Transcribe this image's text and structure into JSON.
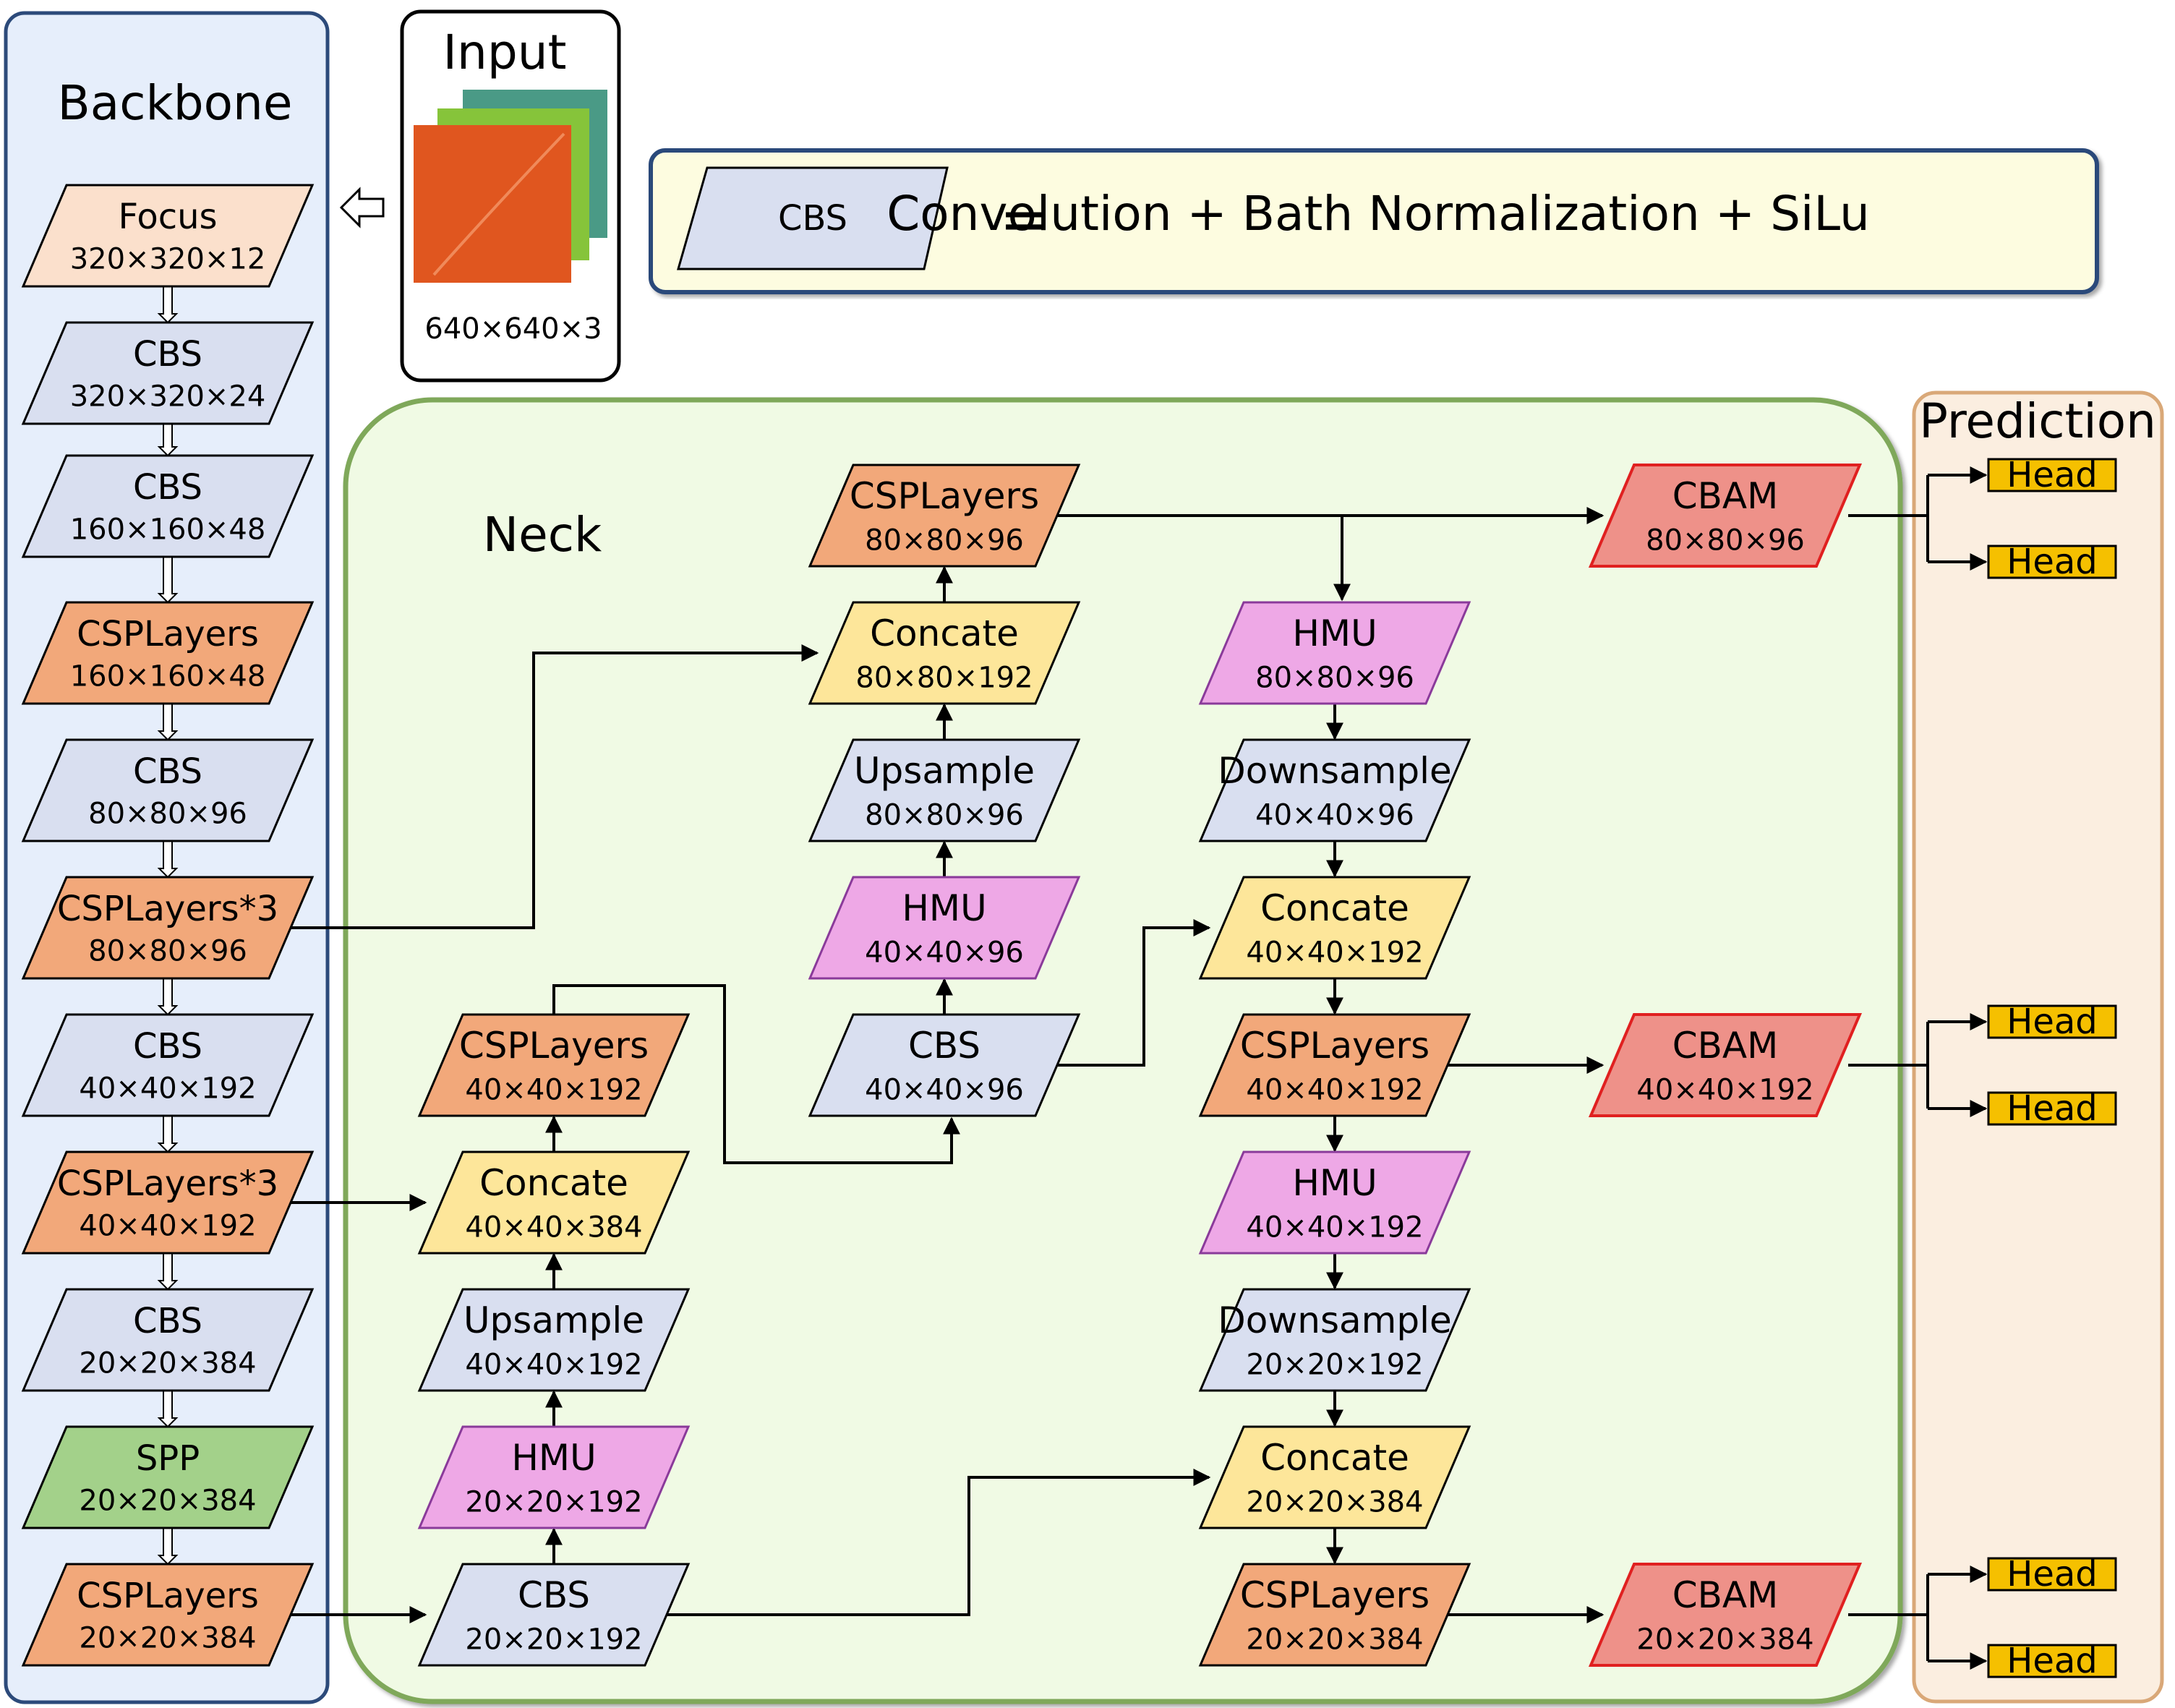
{
  "input": {
    "title": "Input",
    "dims": "640×640×3",
    "layer_colors": [
      "#4a9a86",
      "#86c43a",
      "#e0561f"
    ]
  },
  "legend": {
    "block_label": "CBS",
    "equals": "=",
    "definition": "Convolution + Bath Normalization + SiLu"
  },
  "backbone": {
    "title": "Backbone",
    "blocks": [
      {
        "name": "Focus",
        "dims": "320×320×12",
        "type": "focus"
      },
      {
        "name": "CBS",
        "dims": "320×320×24",
        "type": "cbs"
      },
      {
        "name": "CBS",
        "dims": "160×160×48",
        "type": "cbs"
      },
      {
        "name": "CSPLayers",
        "dims": "160×160×48",
        "type": "csp"
      },
      {
        "name": "CBS",
        "dims": "80×80×96",
        "type": "cbs"
      },
      {
        "name": "CSPLayers*3",
        "dims": "80×80×96",
        "type": "csp"
      },
      {
        "name": "CBS",
        "dims": "40×40×192",
        "type": "cbs"
      },
      {
        "name": "CSPLayers*3",
        "dims": "40×40×192",
        "type": "csp"
      },
      {
        "name": "CBS",
        "dims": "20×20×384",
        "type": "cbs"
      },
      {
        "name": "SPP",
        "dims": "20×20×384",
        "type": "spp"
      },
      {
        "name": "CSPLayers",
        "dims": "20×20×384",
        "type": "csp"
      }
    ]
  },
  "neck": {
    "title": "Neck",
    "col1": [
      {
        "name": "CSPLayers",
        "dims": "40×40×192",
        "type": "csp"
      },
      {
        "name": "Concate",
        "dims": "40×40×384",
        "type": "concat"
      },
      {
        "name": "Upsample",
        "dims": "40×40×192",
        "type": "cbs"
      },
      {
        "name": "HMU",
        "dims": "20×20×192",
        "type": "hmu"
      },
      {
        "name": "CBS",
        "dims": "20×20×192",
        "type": "cbs"
      }
    ],
    "col2": [
      {
        "name": "CSPLayers",
        "dims": "80×80×96",
        "type": "csp"
      },
      {
        "name": "Concate",
        "dims": "80×80×192",
        "type": "concat"
      },
      {
        "name": "Upsample",
        "dims": "80×80×96",
        "type": "cbs"
      },
      {
        "name": "HMU",
        "dims": "40×40×96",
        "type": "hmu"
      },
      {
        "name": "CBS",
        "dims": "40×40×96",
        "type": "cbs"
      }
    ],
    "col3": [
      {
        "name": "HMU",
        "dims": "80×80×96",
        "type": "hmu"
      },
      {
        "name": "Downsample",
        "dims": "40×40×96",
        "type": "cbs"
      },
      {
        "name": "Concate",
        "dims": "40×40×192",
        "type": "concat"
      },
      {
        "name": "CSPLayers",
        "dims": "40×40×192",
        "type": "csp"
      },
      {
        "name": "HMU",
        "dims": "40×40×192",
        "type": "hmu"
      },
      {
        "name": "Downsample",
        "dims": "20×20×192",
        "type": "cbs"
      },
      {
        "name": "Concate",
        "dims": "20×20×384",
        "type": "concat"
      },
      {
        "name": "CSPLayers",
        "dims": "20×20×384",
        "type": "csp"
      }
    ],
    "cbam": [
      {
        "name": "CBAM",
        "dims": "80×80×96",
        "type": "cbam"
      },
      {
        "name": "CBAM",
        "dims": "40×40×192",
        "type": "cbam"
      },
      {
        "name": "CBAM",
        "dims": "20×20×384",
        "type": "cbam"
      }
    ]
  },
  "prediction": {
    "title": "Prediction",
    "head_label": "Head"
  },
  "colors": {
    "cbs": "#d9dff0",
    "csp": "#f2a87a",
    "concat": "#fde69a",
    "hmu": "#eea8e6",
    "spp": "#a3d18a",
    "focus": "#fbe0cc",
    "cbam": "#ee9189",
    "cbam_border": "#e02020",
    "head": "#f5c000",
    "hmu_border": "#8a3a9a",
    "backbone_bg": "#e6eefb",
    "backbone_border": "#2c4a7a",
    "neck_bg": "#f0fae4",
    "neck_border": "#7fa85a",
    "pred_bg": "#fbeee0",
    "pred_border": "#d9a878",
    "legend_bg": "#fdfce0"
  }
}
